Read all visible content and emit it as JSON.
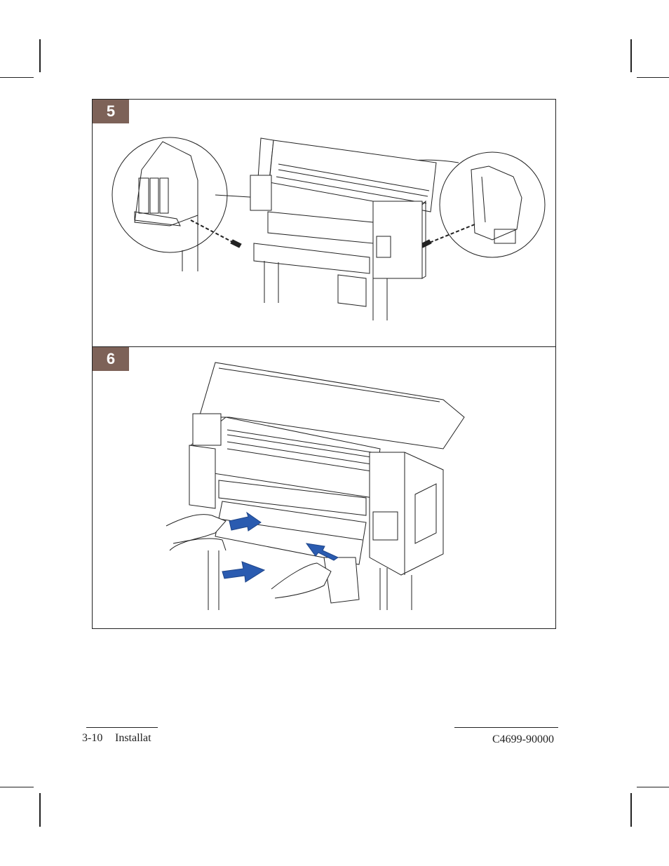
{
  "steps": [
    {
      "number": "5"
    },
    {
      "number": "6"
    }
  ],
  "footer": {
    "page_number": "3-10",
    "chapter": "Installat",
    "part_number": "C4699-90000"
  },
  "colors": {
    "badge": "#7d6258",
    "arrow": "#2a5bb0",
    "line": "#222222"
  },
  "icons": {
    "step5": "printer-screw-install-illustration",
    "step6": "printer-media-load-illustration"
  }
}
